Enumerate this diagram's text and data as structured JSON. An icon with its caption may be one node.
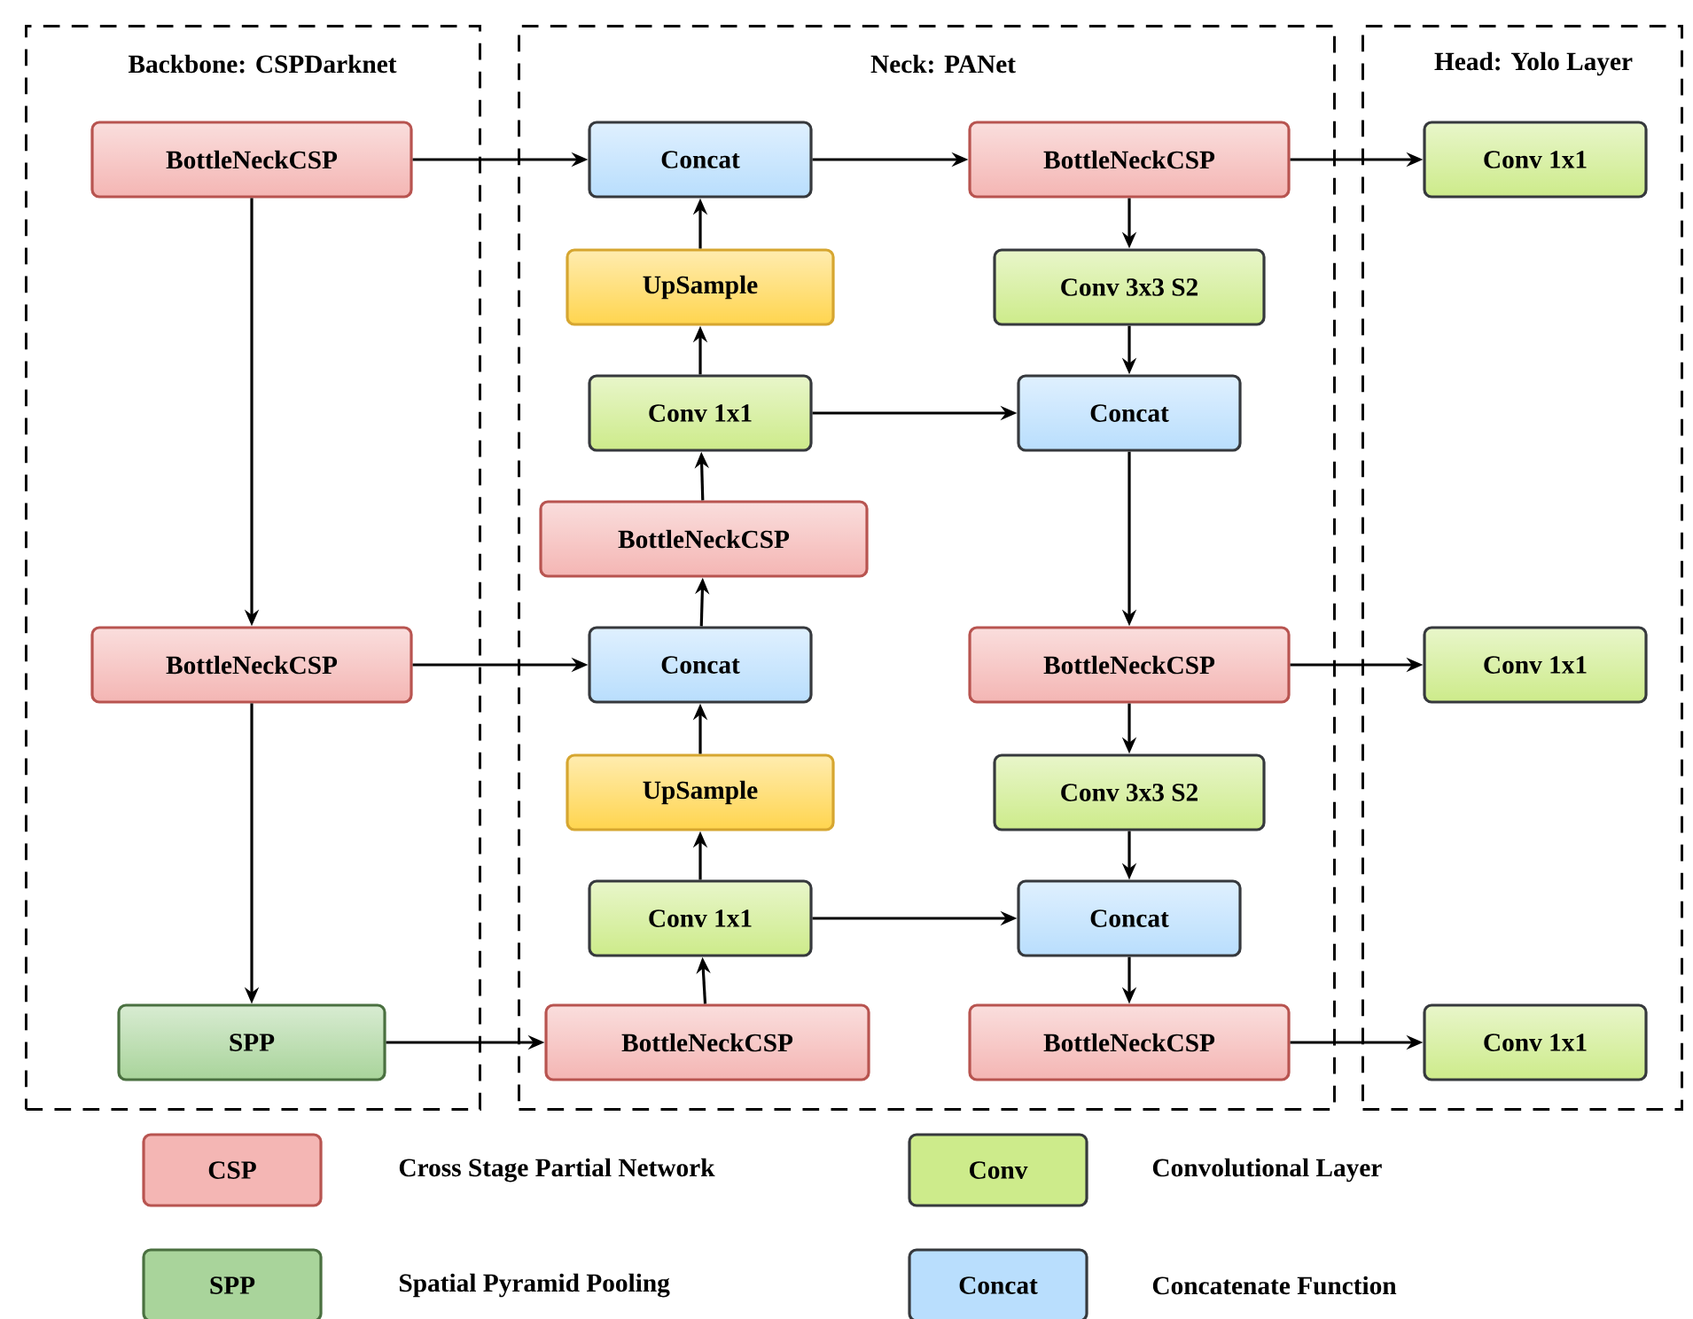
{
  "diagram": {
    "nodes": [
      {
        "text": [
          "Backbone: CSPDarknet"
        ]
      },
      {
        "text": [
          "Neck: PANet"
        ]
      },
      {
        "text": [
          "Head: Yolo Layer"
        ]
      },
      {
        "text": [
          "BottleNeckCSP"
        ],
        "in": 0
      },
      {
        "text": [
          "BottleNeckCSP"
        ],
        "in": 0
      },
      {
        "text": [
          "SPP"
        ],
        "in": 0
      },
      {
        "text": [
          "Concat"
        ],
        "in": 1
      },
      {
        "text": [
          "UpSample"
        ],
        "in": 1
      },
      {
        "text": [
          "Conv 1x1"
        ],
        "in": 1
      },
      {
        "text": [
          "BottleNeckCSP"
        ],
        "in": 1
      },
      {
        "text": [
          "Concat"
        ],
        "in": 1
      },
      {
        "text": [
          "UpSample"
        ],
        "in": 1
      },
      {
        "text": [
          "Conv 1x1"
        ],
        "in": 1
      },
      {
        "text": [
          "BottleNeckCSP"
        ],
        "in": 1
      },
      {
        "text": [
          "BottleNeckCSP"
        ],
        "in": 1
      },
      {
        "text": [
          "Conv 3x3 S2"
        ],
        "in": 1
      },
      {
        "text": [
          "Concat"
        ],
        "in": 1
      },
      {
        "text": [
          "BottleNeckCSP"
        ],
        "in": 1
      },
      {
        "text": [
          "Conv 3x3 S2"
        ],
        "in": 1
      },
      {
        "text": [
          "Concat"
        ],
        "in": 1
      },
      {
        "text": [
          "BottleNeckCSP"
        ],
        "in": 1
      },
      {
        "text": [
          "Conv 1x1"
        ],
        "in": 2
      },
      {
        "text": [
          "Conv 1x1"
        ],
        "in": 2
      },
      {
        "text": [
          "Conv 1x1"
        ],
        "in": 2
      }
    ],
    "edges": [
      {
        "from": 3,
        "to": 6,
        "arrow": "to"
      },
      {
        "from": 3,
        "to": 4,
        "arrow": "to"
      },
      {
        "from": 4,
        "to": 10,
        "arrow": "to"
      },
      {
        "from": 4,
        "to": 5,
        "arrow": "to"
      },
      {
        "from": 5,
        "to": 13,
        "arrow": "to"
      },
      {
        "from": 13,
        "to": 12,
        "arrow": "to"
      },
      {
        "from": 12,
        "to": 11,
        "arrow": "to"
      },
      {
        "from": 11,
        "to": 10,
        "arrow": "to"
      },
      {
        "from": 10,
        "to": 9,
        "arrow": "to"
      },
      {
        "from": 9,
        "to": 8,
        "arrow": "to"
      },
      {
        "from": 8,
        "to": 7,
        "arrow": "to"
      },
      {
        "from": 7,
        "to": 6,
        "arrow": "to"
      },
      {
        "from": 6,
        "to": 14,
        "arrow": "to"
      },
      {
        "from": 14,
        "to": 15,
        "arrow": "to"
      },
      {
        "from": 15,
        "to": 16,
        "arrow": "to"
      },
      {
        "from": 8,
        "to": 16,
        "arrow": "to"
      },
      {
        "from": 16,
        "to": 17,
        "arrow": "to"
      },
      {
        "from": 17,
        "to": 18,
        "arrow": "to"
      },
      {
        "from": 18,
        "to": 19,
        "arrow": "to"
      },
      {
        "from": 12,
        "to": 19,
        "arrow": "to"
      },
      {
        "from": 19,
        "to": 20,
        "arrow": "to"
      },
      {
        "from": 14,
        "to": 21,
        "arrow": "to"
      },
      {
        "from": 17,
        "to": 22,
        "arrow": "to"
      },
      {
        "from": 20,
        "to": 23,
        "arrow": "to"
      }
    ],
    "labels": [
      "CSP",
      "Conv",
      "SPP",
      "Concat"
    ],
    "legend": [
      {
        "text": "Cross Stage Partial Network",
        "color": "#f4b6b4"
      },
      {
        "text": "Convolutional Layer",
        "color": "#cdeb8b"
      },
      {
        "text": "Spatial Pyramid Pooling",
        "color": "#a9d49b"
      },
      {
        "text": "Concatenate Function",
        "color": "#b9defd"
      }
    ]
  }
}
